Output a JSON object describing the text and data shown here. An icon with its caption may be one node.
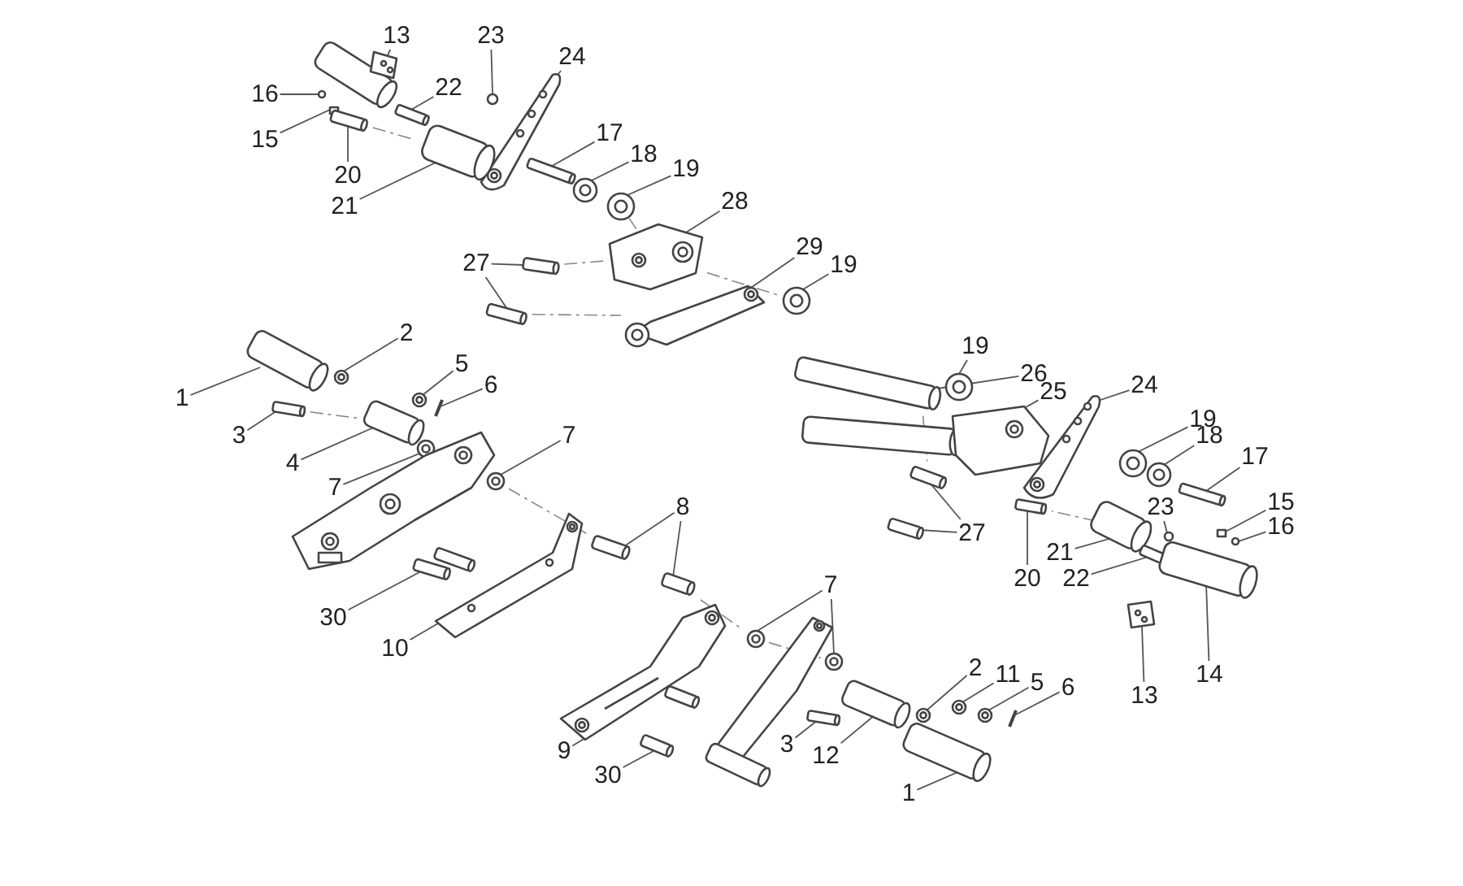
{
  "diagram": {
    "nodes": [
      {
        "text": [
          "13"
        ]
      },
      {
        "text": [
          "23"
        ]
      },
      {
        "text": [
          "16"
        ]
      },
      {
        "text": [
          "24"
        ]
      },
      {
        "text": [
          "22"
        ]
      },
      {
        "text": [
          "15"
        ]
      },
      {
        "text": [
          "17"
        ]
      },
      {
        "text": [
          "20"
        ]
      },
      {
        "text": [
          "18"
        ]
      },
      {
        "text": [
          "19"
        ]
      },
      {
        "text": [
          "21"
        ]
      },
      {
        "text": [
          "28"
        ]
      },
      {
        "text": [
          "27"
        ]
      },
      {
        "text": [
          "29"
        ]
      },
      {
        "text": [
          "19"
        ]
      },
      {
        "text": [
          "19"
        ]
      },
      {
        "text": [
          "2"
        ]
      },
      {
        "text": [
          "26"
        ]
      },
      {
        "text": [
          "1"
        ]
      },
      {
        "text": [
          "25"
        ]
      },
      {
        "text": [
          "24"
        ]
      },
      {
        "text": [
          "5"
        ]
      },
      {
        "text": [
          "6"
        ]
      },
      {
        "text": [
          "3"
        ]
      },
      {
        "text": [
          "19"
        ]
      },
      {
        "text": [
          "18"
        ]
      },
      {
        "text": [
          "17"
        ]
      },
      {
        "text": [
          "4"
        ]
      },
      {
        "text": [
          "7"
        ]
      },
      {
        "text": [
          "7"
        ]
      },
      {
        "text": [
          "15"
        ]
      },
      {
        "text": [
          "16"
        ]
      },
      {
        "text": [
          "27"
        ]
      },
      {
        "text": [
          "8"
        ]
      },
      {
        "text": [
          "23"
        ]
      },
      {
        "text": [
          "21"
        ]
      },
      {
        "text": [
          "20"
        ]
      },
      {
        "text": [
          "22"
        ]
      },
      {
        "text": [
          "30"
        ]
      },
      {
        "text": [
          "10"
        ]
      },
      {
        "text": [
          "7"
        ]
      },
      {
        "text": [
          "2"
        ]
      },
      {
        "text": [
          "11"
        ]
      },
      {
        "text": [
          "5"
        ]
      },
      {
        "text": [
          "6"
        ]
      },
      {
        "text": [
          "13"
        ]
      },
      {
        "text": [
          "14"
        ]
      },
      {
        "text": [
          "9"
        ]
      },
      {
        "text": [
          "3"
        ]
      },
      {
        "text": [
          "12"
        ]
      },
      {
        "text": [
          "30"
        ]
      },
      {
        "text": [
          "1"
        ]
      },
      {
        "text": [],
        "shape": "picture"
      },
      {
        "text": [],
        "shape": "circle"
      },
      {
        "text": [],
        "shape": "circle"
      },
      {
        "text": [],
        "shape": "picture"
      },
      {
        "text": [],
        "shape": "cylinder"
      },
      {
        "text": [],
        "shape": "box"
      },
      {
        "text": [],
        "shape": "cylinder"
      },
      {
        "text": [],
        "shape": "cylinder"
      },
      {
        "text": [],
        "shape": "circle"
      },
      {
        "text": [],
        "shape": "circle"
      },
      {
        "text": [],
        "shape": "cylinder"
      },
      {
        "text": [],
        "shape": "picture"
      },
      {
        "text": [],
        "shape": "cylinder"
      },
      {
        "text": [],
        "shape": "cylinder"
      },
      {
        "text": [],
        "shape": "picture"
      },
      {
        "text": [],
        "shape": "circle"
      },
      {
        "text": [],
        "shape": "circle"
      },
      {
        "text": [],
        "shape": "circle"
      },
      {
        "text": [],
        "shape": "cylinder"
      },
      {
        "text": [],
        "shape": "cylinder"
      },
      {
        "text": [],
        "shape": "picture"
      },
      {
        "text": [],
        "shape": "picture"
      },
      {
        "text": [],
        "shape": "circle"
      },
      {
        "text": [],
        "shape": "bar"
      },
      {
        "text": [],
        "shape": "cylinder"
      },
      {
        "text": [],
        "shape": "circle"
      },
      {
        "text": [],
        "shape": "circle"
      },
      {
        "text": [],
        "shape": "cylinder"
      },
      {
        "text": [],
        "shape": "cylinder"
      },
      {
        "text": [],
        "shape": "circle"
      },
      {
        "text": [],
        "shape": "circle"
      },
      {
        "text": [],
        "shape": "box"
      },
      {
        "text": [],
        "shape": "circle"
      },
      {
        "text": [],
        "shape": "cylinder"
      },
      {
        "text": [],
        "shape": "cylinder"
      },
      {
        "text": [],
        "shape": "cylinder"
      },
      {
        "text": [],
        "shape": "cylinder"
      },
      {
        "text": [],
        "shape": "circle"
      },
      {
        "text": [],
        "shape": "cylinder"
      },
      {
        "text": [],
        "shape": "cylinder"
      },
      {
        "text": [],
        "shape": "cylinder"
      },
      {
        "text": [],
        "shape": "cylinder"
      },
      {
        "text": [],
        "shape": "picture"
      },
      {
        "text": [],
        "shape": "circle"
      },
      {
        "text": [],
        "shape": "circle"
      },
      {
        "text": [],
        "shape": "circle"
      },
      {
        "text": [],
        "shape": "circle"
      },
      {
        "text": [],
        "shape": "circle"
      },
      {
        "text": [],
        "shape": "bar"
      },
      {
        "text": [],
        "shape": "picture"
      },
      {
        "text": [],
        "shape": "cylinder"
      },
      {
        "text": [],
        "shape": "picture"
      },
      {
        "text": [],
        "shape": "cylinder"
      },
      {
        "text": [],
        "shape": "cylinder"
      },
      {
        "text": [],
        "shape": "cylinder"
      },
      {
        "text": [],
        "shape": "cylinder"
      },
      {
        "text": [],
        "shape": "picture"
      }
    ],
    "edges": [
      {
        "from": 0,
        "to": 52,
        "arrow": "none"
      },
      {
        "from": 1,
        "to": 53,
        "arrow": "none"
      },
      {
        "from": 2,
        "to": 54,
        "arrow": "none"
      },
      {
        "from": 3,
        "to": 55,
        "arrow": "none"
      },
      {
        "from": 4,
        "to": 56,
        "arrow": "none"
      },
      {
        "from": 5,
        "to": 57,
        "arrow": "none"
      },
      {
        "from": 6,
        "to": 58,
        "arrow": "none"
      },
      {
        "from": 7,
        "to": 59,
        "arrow": "none"
      },
      {
        "from": 8,
        "to": 60,
        "arrow": "none"
      },
      {
        "from": 9,
        "to": 61,
        "arrow": "none"
      },
      {
        "from": 10,
        "to": 62,
        "arrow": "none"
      },
      {
        "from": 11,
        "to": 63,
        "arrow": "none"
      },
      {
        "from": 12,
        "to": 64,
        "arrow": "none"
      },
      {
        "from": 12,
        "to": 65,
        "arrow": "none"
      },
      {
        "from": 13,
        "to": 66,
        "arrow": "none"
      },
      {
        "from": 14,
        "to": 67,
        "arrow": "none"
      },
      {
        "from": 15,
        "to": 68,
        "arrow": "none"
      },
      {
        "from": 16,
        "to": 69,
        "arrow": "none"
      },
      {
        "from": 17,
        "to": 70,
        "arrow": "none"
      },
      {
        "from": 18,
        "to": 71,
        "arrow": "none"
      },
      {
        "from": 19,
        "to": 72,
        "arrow": "none"
      },
      {
        "from": 20,
        "to": 73,
        "arrow": "none"
      },
      {
        "from": 21,
        "to": 74,
        "arrow": "none"
      },
      {
        "from": 22,
        "to": 75,
        "arrow": "none"
      },
      {
        "from": 23,
        "to": 76,
        "arrow": "none"
      },
      {
        "from": 24,
        "to": 77,
        "arrow": "none"
      },
      {
        "from": 25,
        "to": 78,
        "arrow": "none"
      },
      {
        "from": 26,
        "to": 79,
        "arrow": "none"
      },
      {
        "from": 27,
        "to": 80,
        "arrow": "none"
      },
      {
        "from": 28,
        "to": 81,
        "arrow": "none"
      },
      {
        "from": 29,
        "to": 82,
        "arrow": "none"
      },
      {
        "from": 30,
        "to": 83,
        "arrow": "none"
      },
      {
        "from": 31,
        "to": 84,
        "arrow": "none"
      },
      {
        "from": 32,
        "to": 85,
        "arrow": "none"
      },
      {
        "from": 32,
        "to": 86,
        "arrow": "none"
      },
      {
        "from": 33,
        "to": 87,
        "arrow": "none"
      },
      {
        "from": 33,
        "to": 88,
        "arrow": "none"
      },
      {
        "from": 34,
        "to": 89,
        "arrow": "none"
      },
      {
        "from": 35,
        "to": 90,
        "arrow": "none"
      },
      {
        "from": 36,
        "to": 91,
        "arrow": "none"
      },
      {
        "from": 37,
        "to": 92,
        "arrow": "none"
      },
      {
        "from": 38,
        "to": 93,
        "arrow": "none"
      },
      {
        "from": 39,
        "to": 94,
        "arrow": "none"
      },
      {
        "from": 40,
        "to": 95,
        "arrow": "none"
      },
      {
        "from": 40,
        "to": 96,
        "arrow": "none"
      },
      {
        "from": 41,
        "to": 97,
        "arrow": "none"
      },
      {
        "from": 42,
        "to": 98,
        "arrow": "none"
      },
      {
        "from": 43,
        "to": 99,
        "arrow": "none"
      },
      {
        "from": 44,
        "to": 100,
        "arrow": "none"
      },
      {
        "from": 45,
        "to": 101,
        "arrow": "none"
      },
      {
        "from": 46,
        "to": 102,
        "arrow": "none"
      },
      {
        "from": 47,
        "to": 103,
        "arrow": "none"
      },
      {
        "from": 48,
        "to": 104,
        "arrow": "none"
      },
      {
        "from": 49,
        "to": 105,
        "arrow": "none"
      },
      {
        "from": 50,
        "to": 106,
        "arrow": "none"
      },
      {
        "from": 51,
        "to": 107,
        "arrow": "none"
      },
      {
        "from": 59,
        "to": 62,
        "arrow": "none",
        "style": "dashed"
      },
      {
        "from": 61,
        "to": 63,
        "arrow": "none",
        "style": "dashed"
      },
      {
        "from": 63,
        "to": 67,
        "arrow": "none",
        "style": "dashed"
      },
      {
        "from": 64,
        "to": 63,
        "arrow": "none",
        "style": "dashed"
      },
      {
        "from": 65,
        "to": 66,
        "arrow": "none",
        "style": "dashed"
      },
      {
        "from": 76,
        "to": 80,
        "arrow": "none",
        "style": "dashed"
      },
      {
        "from": 81,
        "to": 87,
        "arrow": "none",
        "style": "dashed"
      },
      {
        "from": 72,
        "to": 85,
        "arrow": "none",
        "style": "dashed"
      },
      {
        "from": 90,
        "to": 91,
        "arrow": "none",
        "style": "dashed"
      },
      {
        "from": 88,
        "to": 95,
        "arrow": "none",
        "style": "dashed"
      },
      {
        "from": 95,
        "to": 96,
        "arrow": "none",
        "style": "dashed"
      }
    ]
  }
}
